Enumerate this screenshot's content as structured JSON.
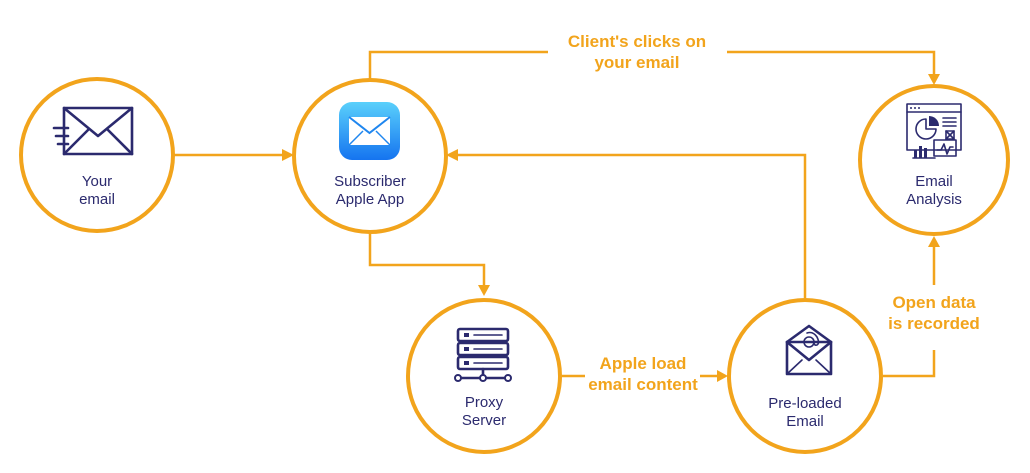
{
  "colors": {
    "accent": "#f2a41c",
    "text": "#2b2a6e",
    "app_icon_top": "#5ad0fb",
    "app_icon_bottom": "#1574f0"
  },
  "nodes": {
    "your_email": {
      "line1": "Your",
      "line2": "email",
      "icon": "envelope-icon"
    },
    "subscriber_app": {
      "line1": "Subscriber",
      "line2": "Apple App",
      "icon": "apple-mail-app-icon"
    },
    "proxy_server": {
      "line1": "Proxy",
      "line2": "Server",
      "icon": "server-icon"
    },
    "preloaded_email": {
      "line1": "Pre-loaded",
      "line2": "Email",
      "icon": "open-envelope-at-icon"
    },
    "email_analysis": {
      "line1": "Email",
      "line2": "Analysis",
      "icon": "analytics-dashboard-icon"
    }
  },
  "edge_labels": {
    "clicks": {
      "line1": "Client's clicks on",
      "line2": "your email"
    },
    "apple_load": {
      "line1": "Apple load",
      "line2": "email content"
    },
    "open_data": {
      "line1": "Open data",
      "line2": "is recorded"
    }
  }
}
